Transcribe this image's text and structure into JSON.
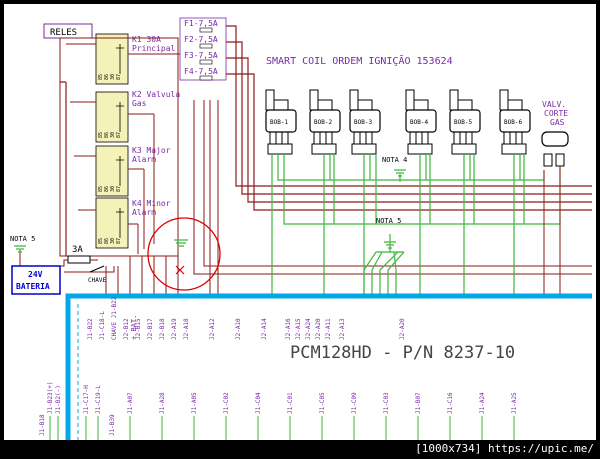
{
  "diagram": {
    "relays_title": "RELES",
    "relays": [
      {
        "id": "k1",
        "line1": "K1 30A",
        "line2": "Principal"
      },
      {
        "id": "k2",
        "line1": "K2 Valvula",
        "line2": "Gas"
      },
      {
        "id": "k3",
        "line1": "K3 Major",
        "line2": "Alarm"
      },
      {
        "id": "k4",
        "line1": "K4 Minor",
        "line2": "Alarm"
      }
    ],
    "relay_pins": [
      "85",
      "86",
      "30",
      "87"
    ],
    "fuses": [
      "F1-7,5A",
      "F2-7,5A",
      "F3-7,5A",
      "F4-7,5A"
    ],
    "smart_coil_title": "SMART COIL  ORDEM IGNIÇÃO 153624",
    "coils": [
      "BOB-1",
      "BOB-2",
      "BOB-3",
      "BOB-4",
      "BOB-5",
      "BOB-6"
    ],
    "valve_label": [
      "VALV.",
      "CORTE",
      "GAS"
    ],
    "nota4": "NOTA 4",
    "nota5_right": "NOTA 5",
    "nota5_left": "NOTA 5",
    "fuse_3a": "3A",
    "chave": "CHAVE",
    "battery": [
      "24V",
      "BATERIA"
    ],
    "pcm_title": "PCM128HD  -  P/N  8237-10",
    "upper_pins": [
      "J1-B22",
      "J1-C18-L",
      "CHAVE J1-B22",
      "J2-B12",
      "J2-B15",
      "J2-B17",
      "J2-B18",
      "J2-A19",
      "J2-A18",
      "J2-A12",
      "J2-A10",
      "J2-A14",
      "J2-A16",
      "J2-A15",
      "J2-A24",
      "J2-A20",
      "J2-A11",
      "J2-A13",
      "J2-A20"
    ],
    "bat_label": "+ BAT.",
    "lower_pins": [
      "J1-B23(+)",
      "J1-B2(-)",
      "J1-C17-H",
      "J1-C19-L",
      "J1-A07",
      "J1-A28",
      "J1-A05",
      "J1-C02",
      "J1-C04",
      "J1-C01",
      "J1-C05",
      "J1-C09",
      "J1-C03",
      "J1-B07",
      "J1-C16",
      "J1-A24",
      "J1-A25"
    ],
    "lower_misc": [
      "J1-B18",
      "J1-B39"
    ]
  },
  "footer": "[1000x734] https://upic.me/",
  "colors": {
    "wire_red": "#8b1a1a",
    "wire_green": "#3cb83c",
    "pcm_cyan": "#00a8e8",
    "label_purple": "#7a2aa8",
    "relay_yellow": "#f4f2b8",
    "annot_red": "#dd0000"
  }
}
